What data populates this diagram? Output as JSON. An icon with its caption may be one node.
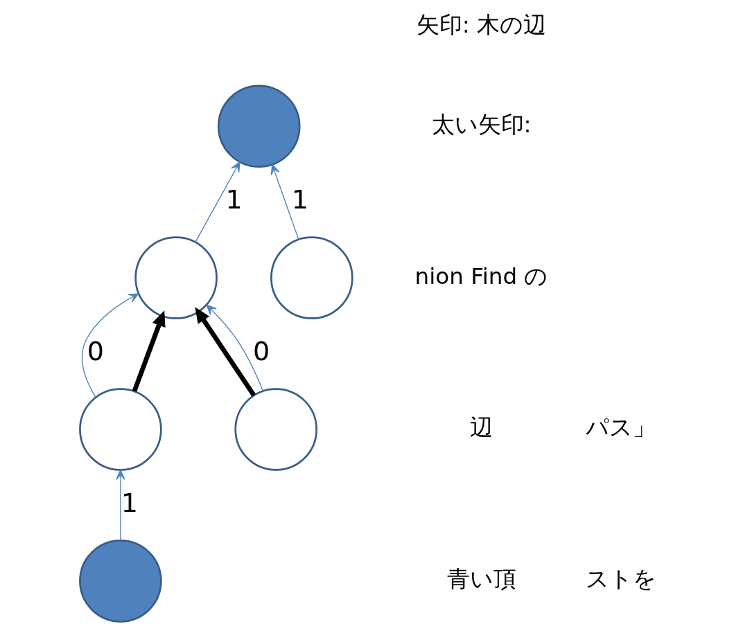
{
  "diagram": {
    "nodes": [
      {
        "text": [],
        "shape": "circle"
      },
      {
        "text": [],
        "shape": "circle"
      },
      {
        "text": [],
        "shape": "circle"
      },
      {
        "text": [],
        "shape": "circle"
      },
      {
        "text": [],
        "shape": "circle"
      },
      {
        "text": [],
        "shape": "circle"
      }
    ],
    "edges": [
      {
        "from": 1,
        "to": 0,
        "arrow": "to",
        "label": "1"
      },
      {
        "from": 2,
        "to": 0,
        "arrow": "to",
        "label": "1"
      },
      {
        "from": 3,
        "to": 1,
        "arrow": "to",
        "label": "0"
      },
      {
        "from": 3,
        "to": 1,
        "arrow": "to",
        "style": "thick",
        "color": "#000000"
      },
      {
        "from": 4,
        "to": 1,
        "arrow": "to",
        "style": "thick",
        "color": "#000000"
      },
      {
        "from": 4,
        "to": 1,
        "arrow": "to",
        "label": "0"
      },
      {
        "from": 5,
        "to": 3,
        "arrow": "to",
        "label": "1"
      }
    ],
    "labels": [
      "矢印: 木の辺",
      "太い矢印:",
      "nion Find の",
      "辺",
      "青い頂",
      "パス」",
      "ストを"
    ]
  }
}
